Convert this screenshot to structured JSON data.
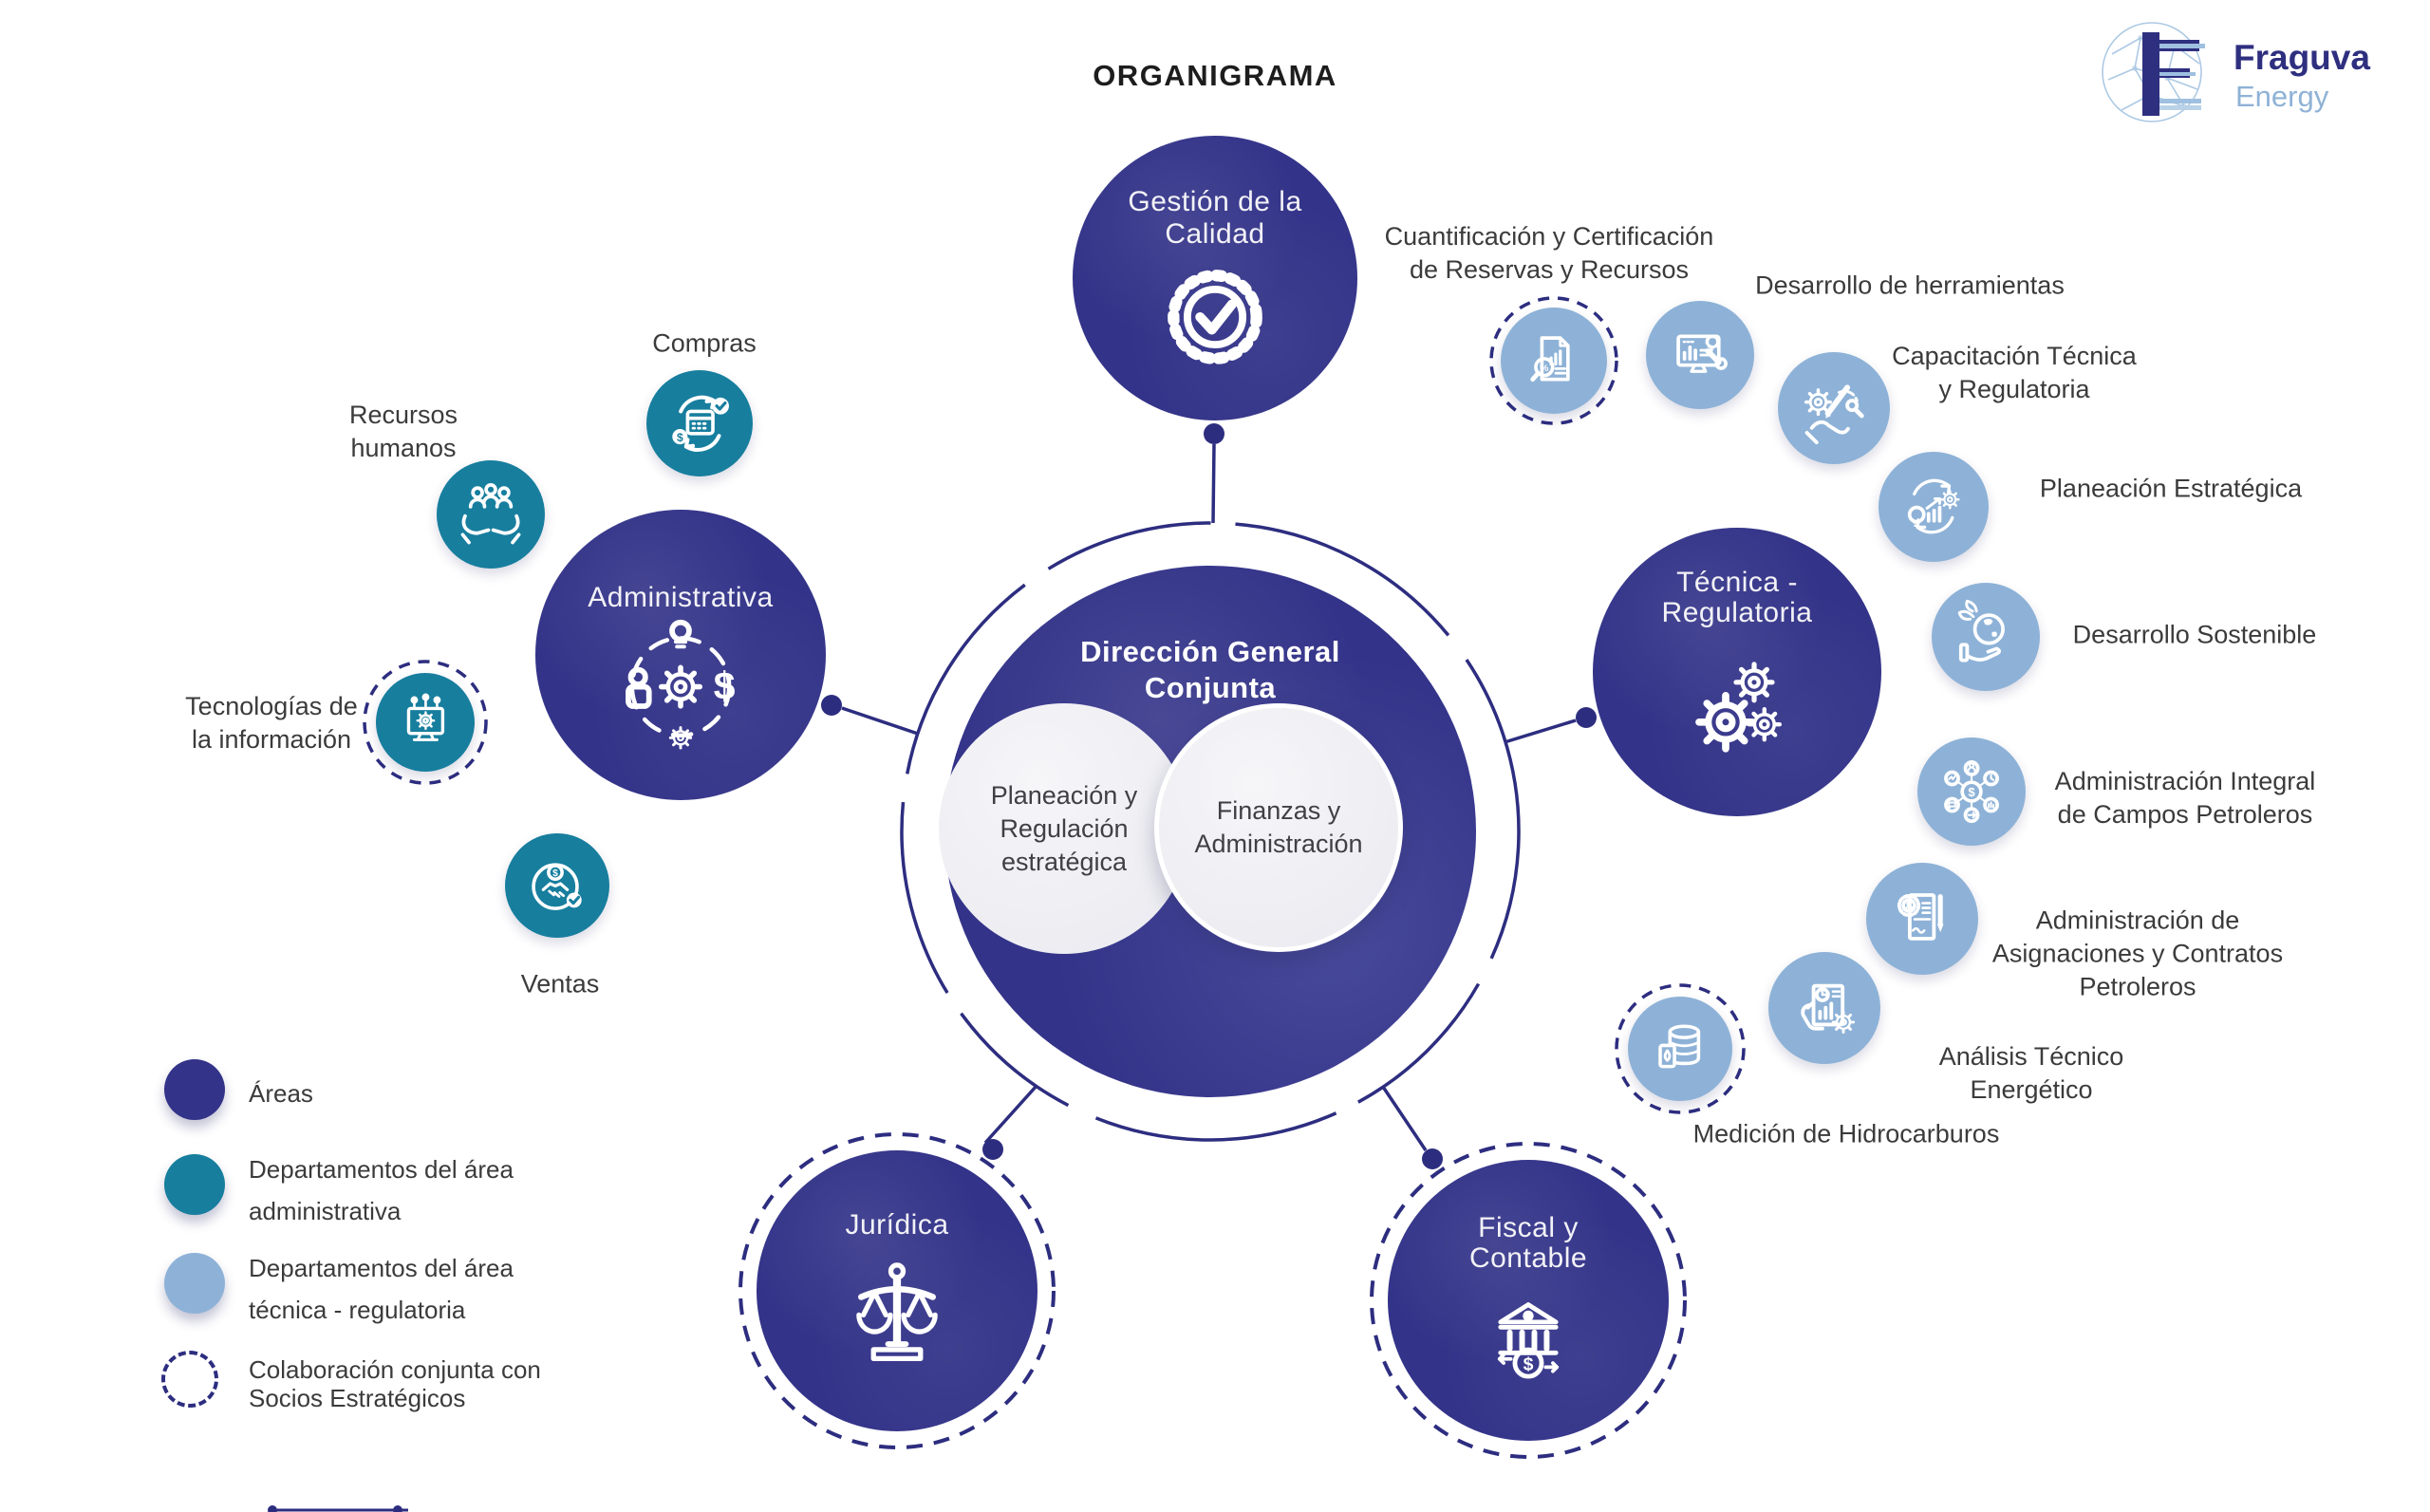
{
  "page": {
    "title": "ORGANIGRAMA"
  },
  "logo": {
    "brand": "Fraguva",
    "brand_sub": "Energy",
    "mark_icon": "globe-network-letter-icon"
  },
  "center": {
    "title_lines": [
      "Dirección General",
      "Conjunta"
    ],
    "sub_circles": [
      {
        "label_lines": [
          "Planeación y",
          "Regulación",
          "estratégica"
        ]
      },
      {
        "label_lines": [
          "Finanzas y",
          "Administración"
        ]
      }
    ]
  },
  "areas": [
    {
      "id": "gestion-calidad",
      "label_lines": [
        "Gestión de la",
        "Calidad"
      ],
      "icon": "quality-badge-check-icon",
      "dashed_border": false
    },
    {
      "id": "administrativa",
      "label_lines": [
        "Administrativa"
      ],
      "icon": "admin-process-icon",
      "dashed_border": false
    },
    {
      "id": "tecnica-regulatoria",
      "label_lines": [
        "Técnica -",
        "Regulatoria"
      ],
      "icon": "gears-icon",
      "dashed_border": false
    },
    {
      "id": "juridica",
      "label_lines": [
        "Jurídica"
      ],
      "icon": "justice-scale-icon",
      "dashed_border": true
    },
    {
      "id": "fiscal-contable",
      "label_lines": [
        "Fiscal y",
        "Contable"
      ],
      "icon": "bank-money-icon",
      "dashed_border": true
    }
  ],
  "admin_departments": [
    {
      "label_lines": [
        "Compras"
      ],
      "icon": "purchase-cycle-icon",
      "dashed_border": false
    },
    {
      "label_lines": [
        "Recursos",
        "humanos"
      ],
      "icon": "people-in-hands-icon",
      "dashed_border": false
    },
    {
      "label_lines": [
        "Tecnologías de",
        "la información"
      ],
      "icon": "it-monitor-gear-icon",
      "dashed_border": true
    },
    {
      "label_lines": [
        "Ventas"
      ],
      "icon": "handshake-deal-icon",
      "dashed_border": false
    }
  ],
  "tech_departments": [
    {
      "label_lines": [
        "Cuantificación y Certificación",
        "de Reservas y Recursos"
      ],
      "icon": "report-magnifier-percent-icon",
      "dashed_border": true
    },
    {
      "label_lines": [
        "Desarrollo de herramientas"
      ],
      "icon": "monitor-wrench-icon",
      "dashed_border": false
    },
    {
      "label_lines": [
        "Capacitación Técnica",
        "y Regulatoria"
      ],
      "icon": "gear-pencil-hand-icon",
      "dashed_border": false
    },
    {
      "label_lines": [
        "Planeación Estratégica"
      ],
      "icon": "strategy-cycle-bulb-chart-icon",
      "dashed_border": false
    },
    {
      "label_lines": [
        "Desarrollo Sostenible"
      ],
      "icon": "globe-leaf-hand-icon",
      "dashed_border": false
    },
    {
      "label_lines": [
        "Administración Integral",
        "de Campos Petroleros"
      ],
      "icon": "money-network-icon",
      "dashed_border": false
    },
    {
      "label_lines": [
        "Administración de",
        "Asignaciones y Contratos",
        "Petroleros"
      ],
      "icon": "contract-certificate-pen-icon",
      "dashed_border": false
    },
    {
      "label_lines": [
        "Análisis Técnico",
        "Energético"
      ],
      "icon": "chart-document-gear-hand-icon",
      "dashed_border": false
    },
    {
      "label_lines": [
        "Medición de Hidrocarburos"
      ],
      "icon": "oil-barrel-drop-icon",
      "dashed_border": true
    }
  ],
  "legend": {
    "items": [
      {
        "label_lines": [
          "Áreas"
        ],
        "swatch": "area-navy-circle"
      },
      {
        "label_lines": [
          "Departamentos del área",
          "administrativa"
        ],
        "swatch": "teal-circle"
      },
      {
        "label_lines": [
          "Departamentos del área",
          "técnica - regulatoria"
        ],
        "swatch": "light-blue-circle"
      },
      {
        "label_lines": [
          "Colaboración conjunta con",
          "Socios Estratégicos"
        ],
        "swatch": "dashed-outline-circle"
      }
    ]
  },
  "colors": {
    "area_navy": "#333389",
    "dept_teal": "#177E9E",
    "dept_light_blue": "#8EB2D7",
    "connector_navy": "#2D2D80",
    "text_dark": "#3B3B3B",
    "title_dark": "#1D1D1D",
    "center_inner_gray": "#EFEFF2",
    "logo_dark_blue": "#2F2F80",
    "logo_light_blue": "#8FB2D6"
  }
}
